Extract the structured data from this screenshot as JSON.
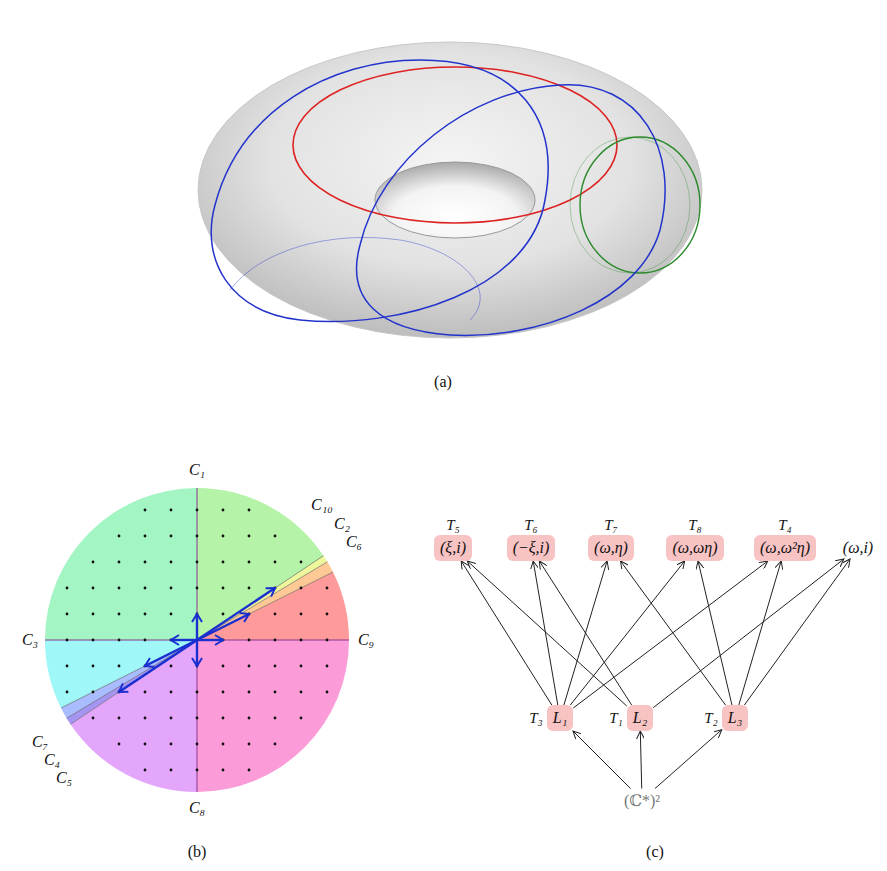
{
  "diagram": {
    "nodes": [
      {
        "text": [
          "T₅",
          "(ξ,i)"
        ]
      },
      {
        "text": [
          "T₆",
          "(−ξ,i)"
        ]
      },
      {
        "text": [
          "T₇",
          "(ω,η)"
        ]
      },
      {
        "text": [
          "T₈",
          "(ω,ωη)"
        ]
      },
      {
        "text": [
          "T₄",
          "(ω,ω²η)"
        ]
      },
      {
        "text": [
          "(ω,i)"
        ]
      },
      {
        "text": [
          "T₃",
          "L₁"
        ]
      },
      {
        "text": [
          "T₁",
          "L₂"
        ]
      },
      {
        "text": [
          "T₂",
          "L₃"
        ]
      },
      {
        "text": [
          "(ℂ*)²"
        ]
      }
    ],
    "edges": [
      {
        "from": 9,
        "to": 6,
        "arrow": "to"
      },
      {
        "from": 9,
        "to": 7,
        "arrow": "to"
      },
      {
        "from": 9,
        "to": 8,
        "arrow": "to"
      },
      {
        "from": 6,
        "to": 0,
        "arrow": "to"
      },
      {
        "from": 6,
        "to": 1,
        "arrow": "to"
      },
      {
        "from": 6,
        "to": 2,
        "arrow": "to"
      },
      {
        "from": 6,
        "to": 3,
        "arrow": "to"
      },
      {
        "from": 6,
        "to": 4,
        "arrow": "to"
      },
      {
        "from": 7,
        "to": 0,
        "arrow": "to"
      },
      {
        "from": 7,
        "to": 1,
        "arrow": "to"
      },
      {
        "from": 7,
        "to": 5,
        "arrow": "to"
      },
      {
        "from": 8,
        "to": 2,
        "arrow": "to"
      },
      {
        "from": 8,
        "to": 3,
        "arrow": "to"
      },
      {
        "from": 8,
        "to": 4,
        "arrow": "to"
      },
      {
        "from": 8,
        "to": 5,
        "arrow": "to"
      }
    ],
    "labels": [
      "(a)",
      "C₁",
      "C₁₀",
      "C₂",
      "C₆",
      "C₃",
      "C₉",
      "C₇",
      "C₄",
      "C₅",
      "C₈",
      "(b)",
      "(c)"
    ]
  }
}
